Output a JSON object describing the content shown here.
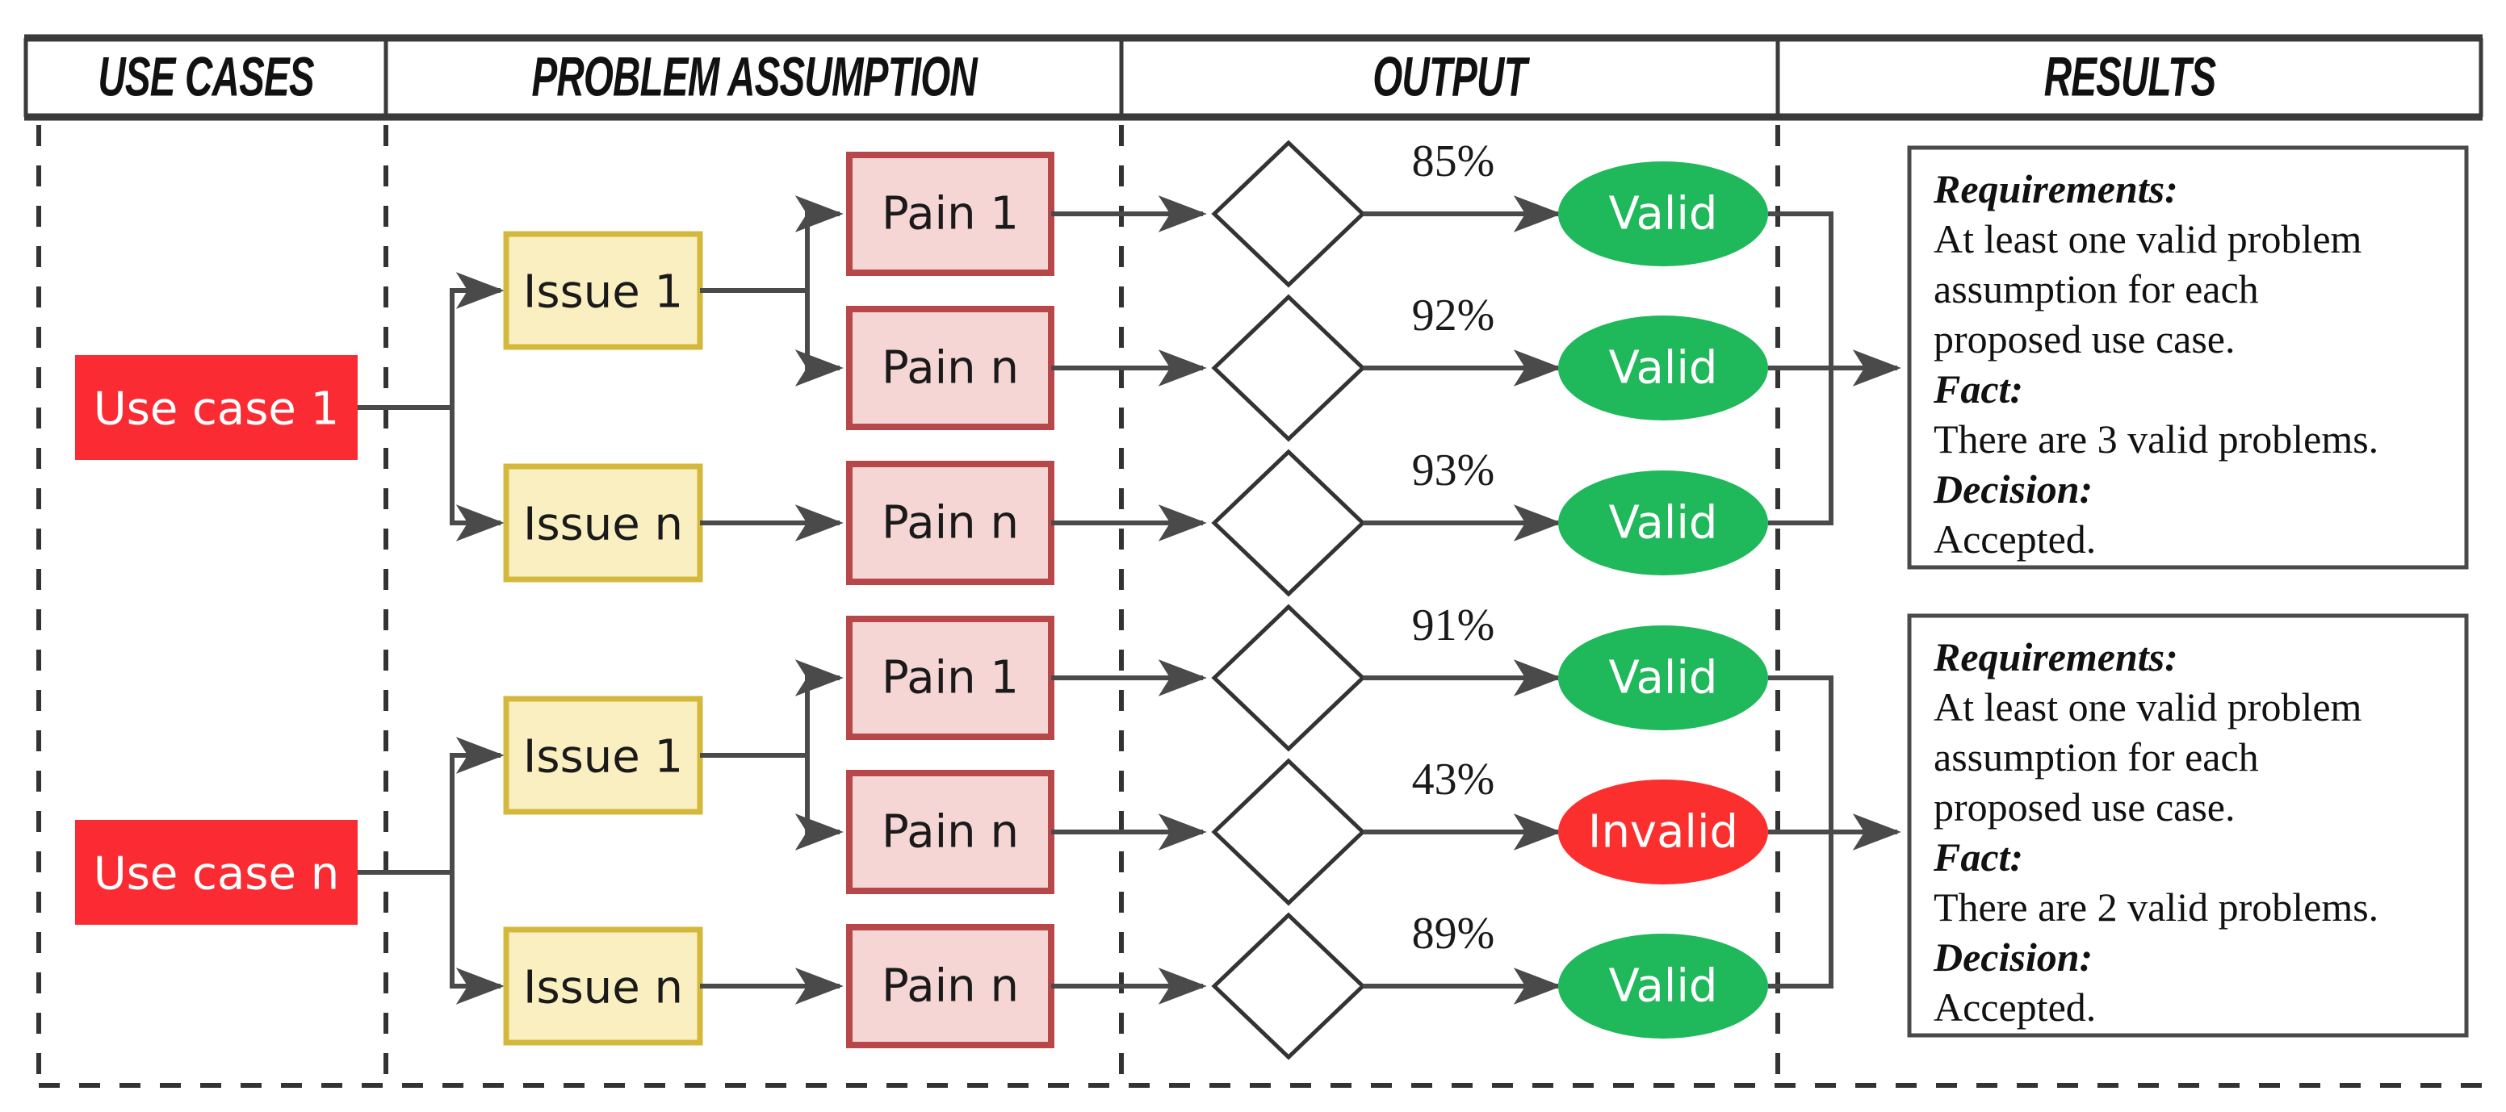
{
  "columns": [
    {
      "id": "use-cases",
      "label": "USE CASES"
    },
    {
      "id": "problem-assumption",
      "label": "PROBLEM ASSUMPTION"
    },
    {
      "id": "output",
      "label": "OUTPUT"
    },
    {
      "id": "results",
      "label": "RESULTS"
    }
  ],
  "colors": {
    "use_case_fill": "#FA2B33",
    "issue_fill": "#FAEFC0",
    "issue_stroke": "#D4B83C",
    "pain_fill": "#F6D5D5",
    "pain_stroke": "#B8474A",
    "valid_fill": "#1FB85A",
    "invalid_fill": "#FC2F2F",
    "line": "#4A4A4A",
    "frame": "#3A3A3A",
    "text_dark": "#1A1A1A",
    "text_light": "#FFFFFF"
  },
  "use_cases": [
    {
      "id": "use-case-1",
      "label": "Use case 1",
      "issues": [
        {
          "id": "uc1-issue-1",
          "label": "Issue 1"
        },
        {
          "id": "uc1-issue-n",
          "label": "Issue n"
        }
      ],
      "rows": [
        {
          "pain": "Pain 1",
          "percent": "85%",
          "verdict": "Valid",
          "verdict_state": "valid"
        },
        {
          "pain": "Pain n",
          "percent": "92%",
          "verdict": "Valid",
          "verdict_state": "valid"
        },
        {
          "pain": "Pain n",
          "percent": "93%",
          "verdict": "Valid",
          "verdict_state": "valid"
        }
      ],
      "result": {
        "id": "result-1",
        "lines": [
          {
            "text": "Requirements:",
            "emphasis": true
          },
          {
            "text": "At least one valid problem",
            "emphasis": false
          },
          {
            "text": "assumption for each",
            "emphasis": false
          },
          {
            "text": "proposed use case.",
            "emphasis": false
          },
          {
            "text": "Fact:",
            "emphasis": true
          },
          {
            "text": "There are 3 valid problems.",
            "emphasis": false
          },
          {
            "text": "Decision:",
            "emphasis": true
          },
          {
            "text": "Accepted.",
            "emphasis": false
          }
        ]
      }
    },
    {
      "id": "use-case-n",
      "label": "Use case n",
      "issues": [
        {
          "id": "ucn-issue-1",
          "label": "Issue 1"
        },
        {
          "id": "ucn-issue-n",
          "label": "Issue n"
        }
      ],
      "rows": [
        {
          "pain": "Pain 1",
          "percent": "91%",
          "verdict": "Valid",
          "verdict_state": "valid"
        },
        {
          "pain": "Pain n",
          "percent": "43%",
          "verdict": "Invalid",
          "verdict_state": "invalid"
        },
        {
          "pain": "Pain n",
          "percent": "89%",
          "verdict": "Valid",
          "verdict_state": "valid"
        }
      ],
      "result": {
        "id": "result-n",
        "lines": [
          {
            "text": "Requirements:",
            "emphasis": true
          },
          {
            "text": "At least one valid problem",
            "emphasis": false
          },
          {
            "text": "assumption for each",
            "emphasis": false
          },
          {
            "text": "proposed use case.",
            "emphasis": false
          },
          {
            "text": "Fact:",
            "emphasis": true
          },
          {
            "text": "There are 2 valid problems.",
            "emphasis": false
          },
          {
            "text": "Decision:",
            "emphasis": true
          },
          {
            "text": "Accepted.",
            "emphasis": false
          }
        ]
      }
    }
  ]
}
